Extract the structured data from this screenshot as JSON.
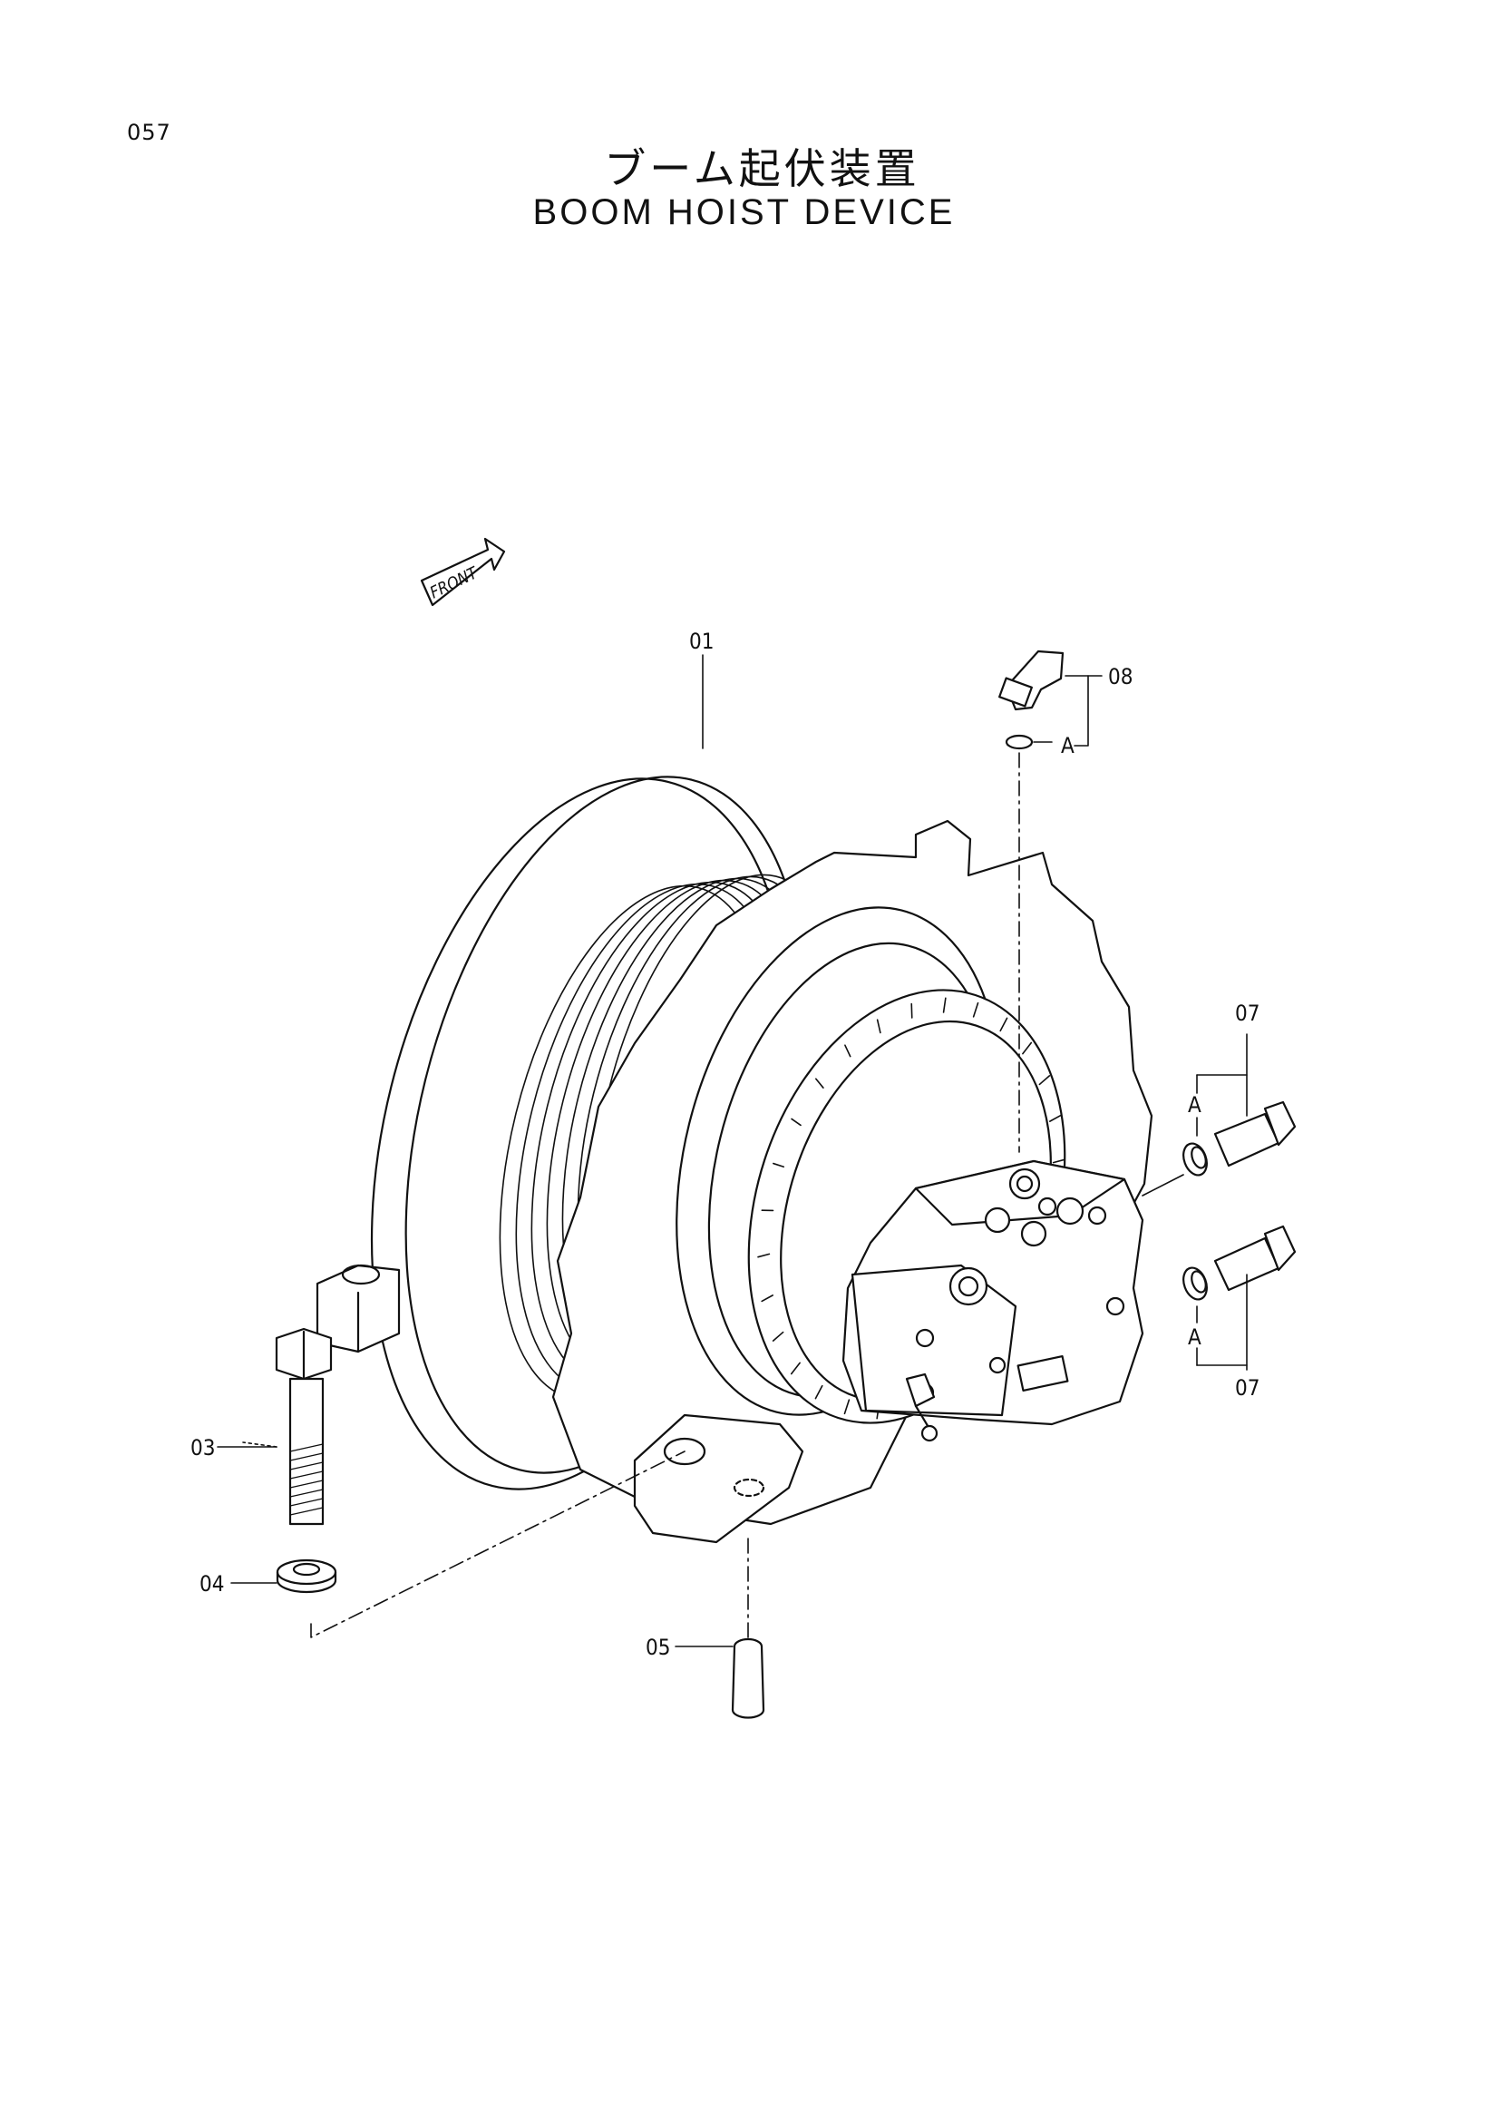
{
  "page": {
    "number": "057"
  },
  "title": {
    "japanese": "ブーム起伏装置",
    "english": "BOOM HOIST DEVICE"
  },
  "front_marker": {
    "label": "FRONT"
  },
  "callouts": [
    {
      "label": "01",
      "part": "drum-assembly"
    },
    {
      "label": "03",
      "part": "bolt"
    },
    {
      "label": "04",
      "part": "washer"
    },
    {
      "label": "05",
      "part": "pin"
    },
    {
      "label": "07",
      "part": "fitting-upper"
    },
    {
      "label": "07",
      "part": "fitting-lower"
    },
    {
      "label": "08",
      "part": "elbow-fitting"
    }
  ],
  "ref_marks": [
    "A",
    "A",
    "A"
  ]
}
